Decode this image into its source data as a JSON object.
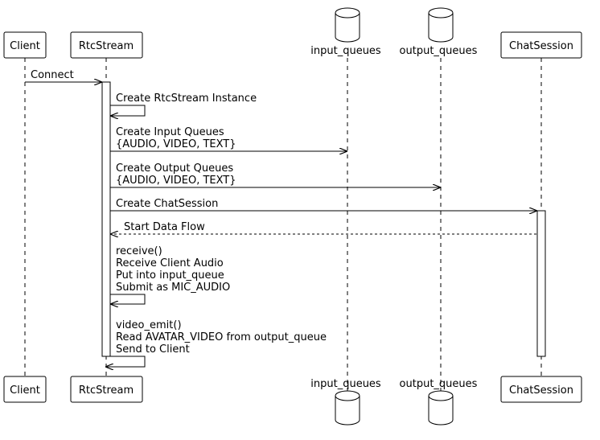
{
  "diagram": {
    "participants": [
      {
        "id": "client",
        "label": "Client",
        "kind": "box"
      },
      {
        "id": "rtcstream",
        "label": "RtcStream",
        "kind": "box"
      },
      {
        "id": "input_queues",
        "label": "input_queues",
        "kind": "database"
      },
      {
        "id": "output_queues",
        "label": "output_queues",
        "kind": "database"
      },
      {
        "id": "chatsession",
        "label": "ChatSession",
        "kind": "box"
      }
    ],
    "messages": [
      {
        "id": "connect",
        "from": "client",
        "to": "rtcstream",
        "style": "solid",
        "lines": [
          "Connect"
        ]
      },
      {
        "id": "create-instance",
        "from": "rtcstream",
        "to": "rtcstream",
        "style": "solid",
        "lines": [
          "Create RtcStream Instance"
        ]
      },
      {
        "id": "create-input-queues",
        "from": "rtcstream",
        "to": "input_queues",
        "style": "solid",
        "lines": [
          "Create Input Queues",
          "{AUDIO, VIDEO, TEXT}"
        ]
      },
      {
        "id": "create-output-queues",
        "from": "rtcstream",
        "to": "output_queues",
        "style": "solid",
        "lines": [
          "Create Output Queues",
          "{AUDIO, VIDEO, TEXT}"
        ]
      },
      {
        "id": "create-chatsession",
        "from": "rtcstream",
        "to": "chatsession",
        "style": "solid",
        "lines": [
          "Create ChatSession"
        ]
      },
      {
        "id": "start-data-flow",
        "from": "chatsession",
        "to": "rtcstream",
        "style": "dashed",
        "lines": [
          "Start Data Flow"
        ]
      },
      {
        "id": "receive",
        "from": "rtcstream",
        "to": "rtcstream",
        "style": "solid",
        "lines": [
          "receive()",
          "Receive Client Audio",
          "Put into input_queue",
          "Submit as MIC_AUDIO"
        ]
      },
      {
        "id": "video-emit",
        "from": "rtcstream",
        "to": "rtcstream",
        "style": "solid",
        "lines": [
          "video_emit()",
          "Read AVATAR_VIDEO from output_queue",
          "Send to Client"
        ]
      }
    ]
  }
}
